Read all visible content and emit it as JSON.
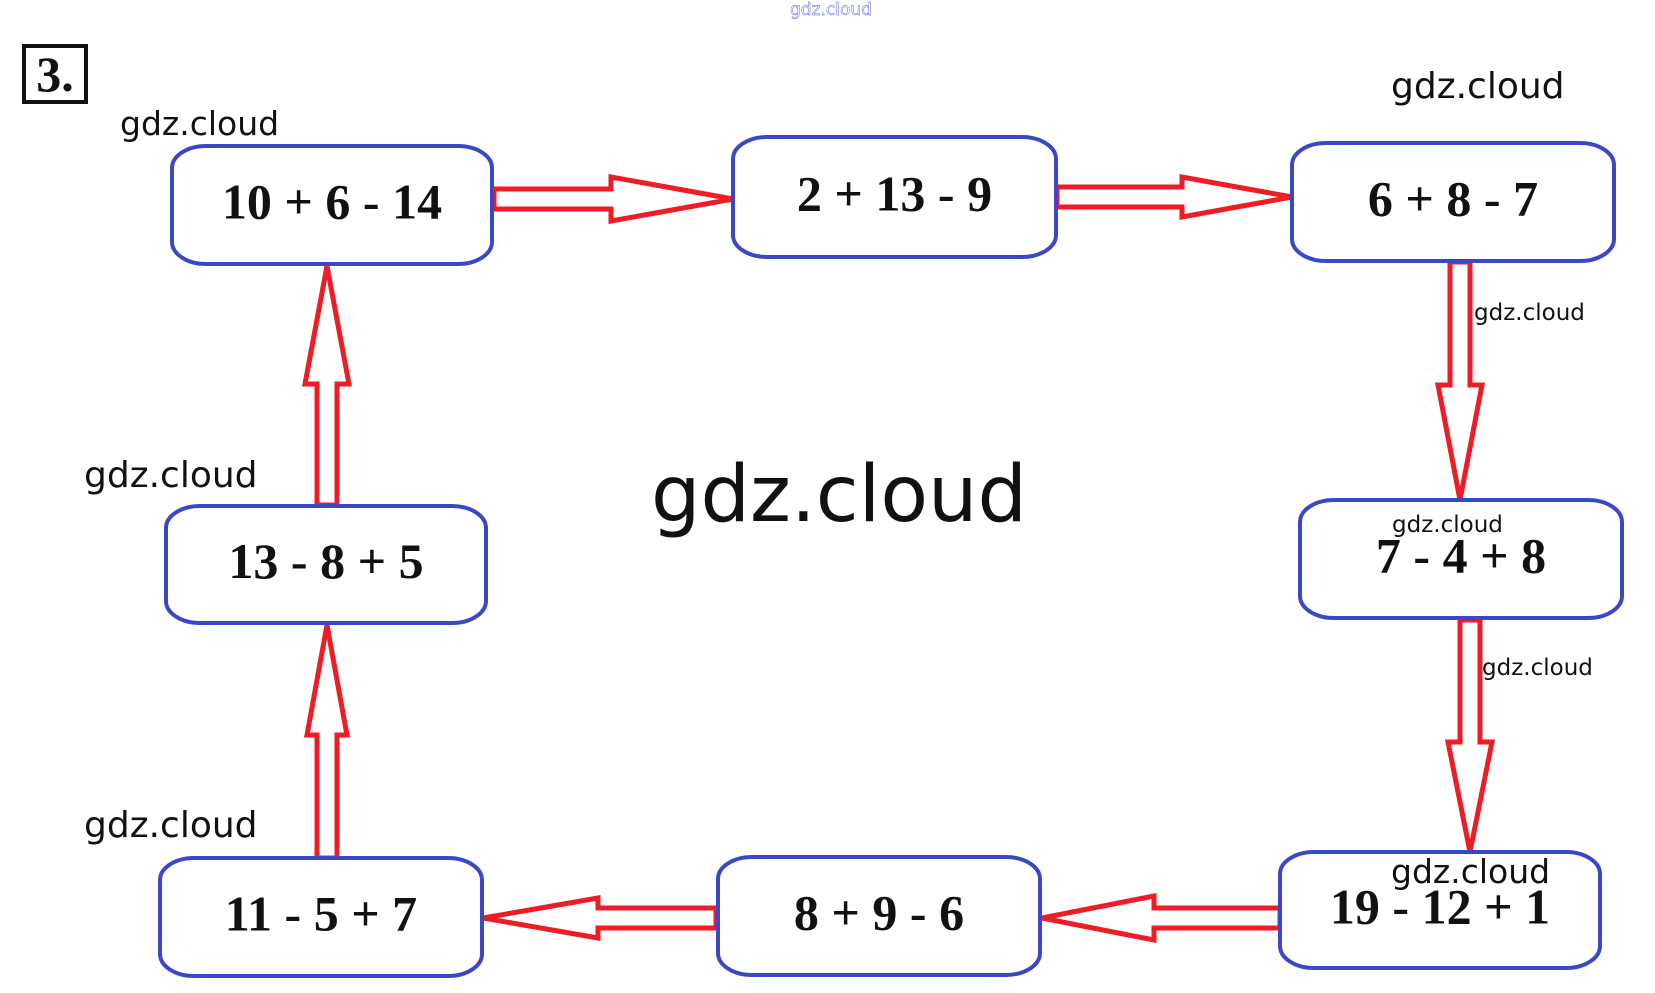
{
  "task_number": "3.",
  "watermarks": {
    "top_center": "gdz.cloud",
    "center": "gdz.cloud",
    "top_left": "gdz.cloud",
    "top_right": "gdz.cloud",
    "right_arrow_upper": "gdz.cloud",
    "right_box_middle": "gdz.cloud",
    "right_arrow_lower": "gdz.cloud",
    "left_middle": "gdz.cloud",
    "left_bottom": "gdz.cloud",
    "bottom_right_box": "gdz.cloud"
  },
  "diagram": {
    "colors": {
      "box_border": "#3a48c8",
      "arrow": "#ee1c24",
      "text": "#111111"
    },
    "cycle_direction": "clockwise",
    "boxes": [
      {
        "id": "top-left",
        "expression": "10 + 6 - 14"
      },
      {
        "id": "top-middle",
        "expression": "2 + 13 - 9"
      },
      {
        "id": "top-right",
        "expression": "6 + 8 - 7"
      },
      {
        "id": "right-middle",
        "expression": "7 - 4 + 8"
      },
      {
        "id": "bottom-right",
        "expression": "19 - 12 + 1"
      },
      {
        "id": "bottom-middle",
        "expression": "8 + 9 - 6"
      },
      {
        "id": "bottom-left",
        "expression": "11 - 5 + 7"
      },
      {
        "id": "left-middle",
        "expression": "13 - 8 + 5"
      }
    ],
    "arrows": [
      {
        "from": "top-left",
        "to": "top-middle",
        "direction": "right"
      },
      {
        "from": "top-middle",
        "to": "top-right",
        "direction": "right"
      },
      {
        "from": "top-right",
        "to": "right-middle",
        "direction": "down"
      },
      {
        "from": "right-middle",
        "to": "bottom-right",
        "direction": "down"
      },
      {
        "from": "bottom-right",
        "to": "bottom-middle",
        "direction": "left"
      },
      {
        "from": "bottom-middle",
        "to": "bottom-left",
        "direction": "left"
      },
      {
        "from": "bottom-left",
        "to": "left-middle",
        "direction": "up"
      },
      {
        "from": "left-middle",
        "to": "top-left",
        "direction": "up"
      }
    ]
  }
}
